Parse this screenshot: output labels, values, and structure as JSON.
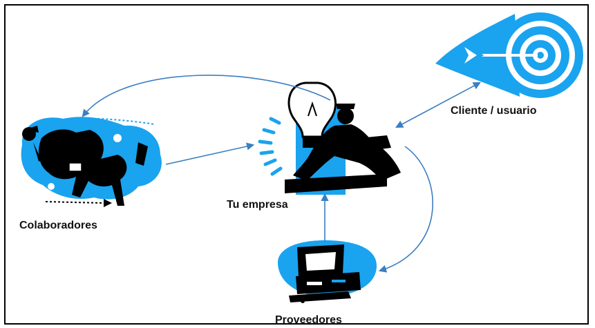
{
  "nodes": {
    "cliente": {
      "label": "Cliente / usuario",
      "icon": "target-arrow-icon"
    },
    "empresa": {
      "label": "Tu empresa",
      "icon": "businessman-lightbulb-icon"
    },
    "colaboradores": {
      "label": "Colaboradores",
      "icon": "collaborators-icon"
    },
    "proveedores": {
      "label": "Proveedores",
      "icon": "computer-icon"
    }
  },
  "colors": {
    "accent": "#1aa3ef",
    "arrow": "#3a7fc1",
    "ink": "#000000"
  }
}
